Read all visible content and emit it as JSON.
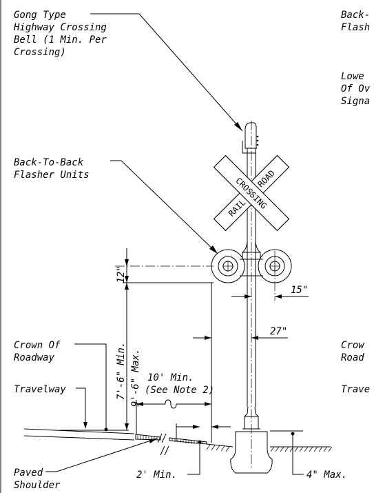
{
  "labels": {
    "bell_line1": "Gong Type",
    "bell_line2": "Highway Crossing",
    "bell_line3": "Bell (1  Min. Per",
    "bell_line4": "Crossing)",
    "flasher_line1": "Back-To-Back",
    "flasher_line2": "Flasher Units",
    "crown_line1": "Crown Of",
    "crown_line2": "Roadway",
    "travelway": "Travelway",
    "paved_line1": "Paved",
    "paved_line2": "Shoulder",
    "right_flasher_line1": "Back-",
    "right_flasher_line2": "Flash",
    "right_lower_line1": "Lowe",
    "right_lower_line2": "Of Ov",
    "right_lower_line3": "Signa",
    "right_crown_line1": "Crow",
    "right_crown_line2": "Road",
    "right_travel": "Trave"
  },
  "crossbuck": {
    "word1": "RAIL",
    "word2": "ROAD",
    "word3": "CROSSING"
  },
  "dimensions": {
    "d12": "12\"",
    "d15": "15\"",
    "d27": "27\"",
    "height_min": "7'-6\" Min.",
    "height_max": "9'-6\" Max.",
    "offset_line1": "10' Min.",
    "offset_line2": "(See Note 2)",
    "shoulder_min": "2' Min.",
    "foundation_max": "4\" Max."
  }
}
